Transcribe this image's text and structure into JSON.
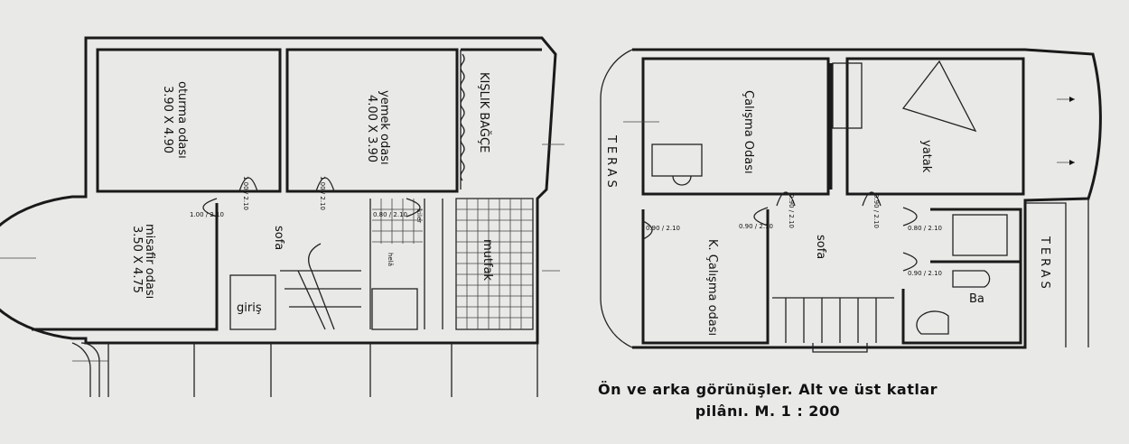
{
  "ground_floor": {
    "rooms": {
      "living": "oturma odası",
      "living_size": "3.90 X 4.90",
      "dining": "yemek odası",
      "dining_size": "4.00 X 3.90",
      "winter_garden": "KIŞLIK BAĞÇE",
      "guest": "misafir odası",
      "guest_size": "3.50 X 4.75",
      "hall": "sofa",
      "entrance": "giriş",
      "pantry": "kiler",
      "wc": "helâ",
      "kitchen": "mutfak"
    },
    "doors": [
      "1.00 / 2.10",
      "1.00 / 2.10",
      "1.00 / 2.10",
      "0.80 / 2.10"
    ]
  },
  "upper_floor": {
    "rooms": {
      "study": "Çalışma Odası",
      "small_study": "K. Çalışma odası",
      "bedroom": "yatak",
      "hall": "sofa",
      "bath": "Ba",
      "terrace_left": "TERAS",
      "terrace_right": "TERAS"
    },
    "doors": [
      "0.90 / 2.10",
      "0.90 / 2.10",
      "0.90 / 2.10",
      "0.90 / 2.10",
      "0.80 / 2.10",
      "0.90 / 2.10"
    ]
  },
  "caption": {
    "line1": "Ön ve arka görünüşler. Alt ve üst katlar",
    "line2": "pilânı. M. 1 : 200"
  }
}
